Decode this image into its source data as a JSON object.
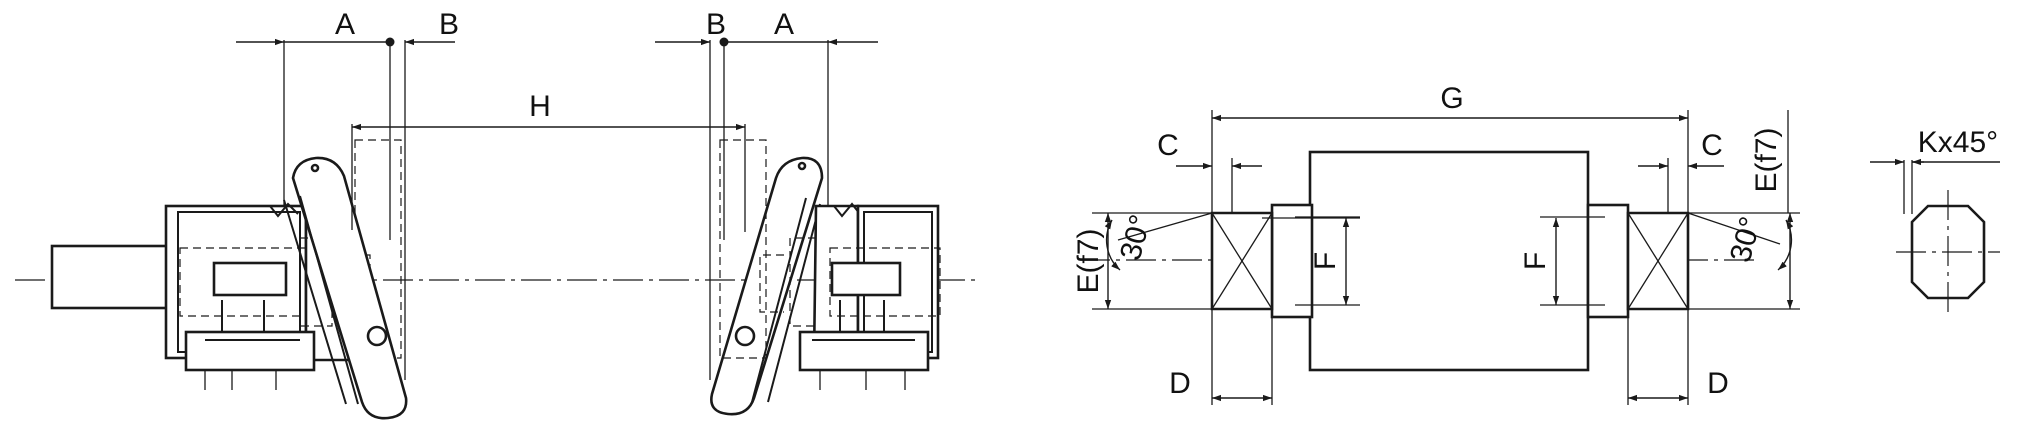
{
  "labels": {
    "a": "A",
    "b": "B",
    "h": "H",
    "g": "G",
    "c": "C",
    "d": "D",
    "e_f7": "E(f7)",
    "f": "F",
    "angle_30": "30°",
    "k_chamfer": "Kx45°"
  },
  "colors": {
    "line": "#1a1a1a",
    "background": "#ffffff"
  }
}
